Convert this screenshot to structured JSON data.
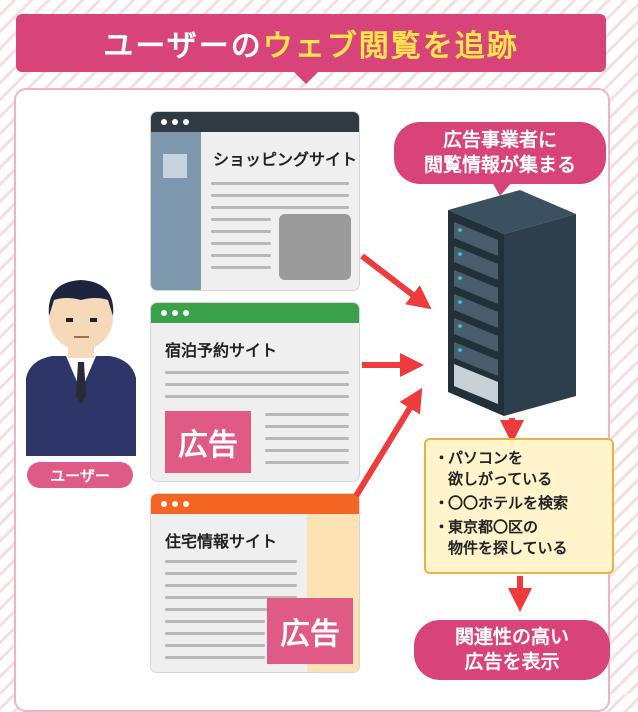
{
  "header": {
    "title_part1": "ユーザーの",
    "title_part2": "ウェブ閲覧を追跡"
  },
  "user": {
    "label": "ユーザー"
  },
  "sites": [
    {
      "name": "ショッピングサイト",
      "bar_color": "#2f3a42",
      "ad": ""
    },
    {
      "name": "宿泊予約サイト",
      "bar_color": "#3aa14a",
      "ad": "広告"
    },
    {
      "name": "住宅情報サイト",
      "bar_color": "#f26522",
      "ad": "広告"
    }
  ],
  "server_callout": {
    "line1": "広告事業者に",
    "line2": "閲覧情報が集まる"
  },
  "collected_info": [
    {
      "bullet": "・",
      "lines": [
        "パソコンを",
        "欲しがっている"
      ]
    },
    {
      "bullet": "・",
      "lines": [
        "〇〇ホテルを検索"
      ]
    },
    {
      "bullet": "・",
      "lines": [
        "東京都〇区の",
        "物件を探している"
      ]
    }
  ],
  "result_callout": {
    "line1": "関連性の高い",
    "line2": "広告を表示"
  },
  "colors": {
    "accent": "#d8437a",
    "ad": "#e05a86",
    "arrow": "#ee3b3b",
    "info_bg": "#fff4cc"
  }
}
